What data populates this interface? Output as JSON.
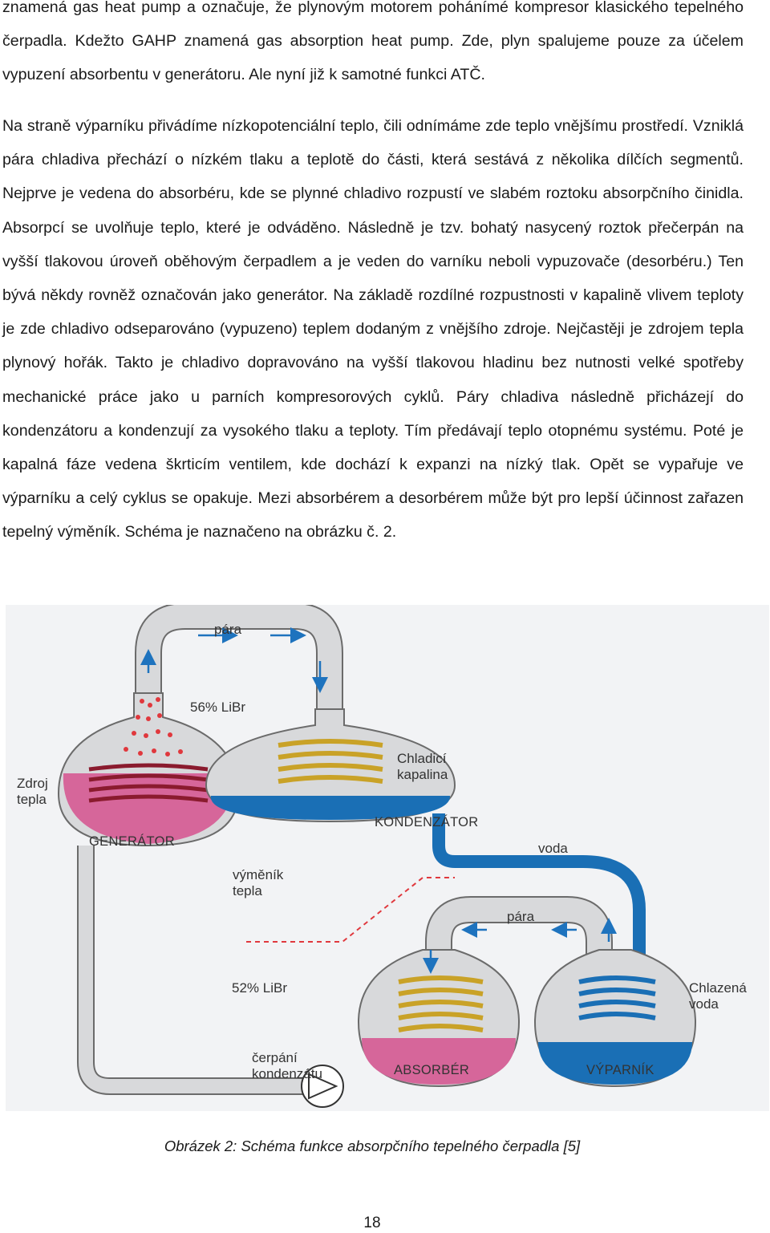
{
  "paragraphs": [
    "znamená gas heat pump a označuje, že plynovým motorem pohánímé kompresor klasického tepelného čerpadla. Kdežto GAHP znamená gas absorption heat pump. Zde, plyn spalujeme pouze za účelem vypuzení absorbentu v generátoru. Ale nyní již k samotné funkci ATČ.",
    "Na straně výparníku přivádíme nízkopotenciální teplo, čili odnímáme zde teplo vnějšímu prostředí. Vzniklá pára chladiva přechází o nízkém tlaku a teplotě do části, která sestává z několika dílčích segmentů. Nejprve je vedena do absorbéru, kde se plynné chladivo rozpustí ve slabém roztoku absorpčního činidla. Absorpcí se uvolňuje teplo, které je odváděno. Následně je tzv. bohatý nasycený roztok přečerpán na vyšší tlakovou úroveň oběhovým čerpadlem a je veden do varníku neboli vypuzovače (desorbéru.) Ten bývá někdy rovněž označován jako generátor. Na základě rozdílné rozpustnosti v kapalině vlivem teploty je zde chladivo odseparováno (vypuzeno) teplem dodaným z vnějšího zdroje. Nejčastěji je zdrojem tepla plynový hořák. Takto je chladivo dopravováno na vyšší tlakovou hladinu bez nutnosti velké spotřeby mechanické práce jako u parních kompresorových cyklů. Páry chladiva následně přicházejí do kondenzátoru a kondenzují za vysokého tlaku a teploty. Tím předávají teplo otopnému systému. Poté je kapalná fáze vedena škrticím ventilem, kde dochází k expanzi na nízký tlak. Opět se vypařuje ve výparníku a celý cyklus se opakuje. Mezi absorbérem a desorbérem může být pro lepší účinnost zařazen tepelný výměník. Schéma je naznačeno na obrázku č. 2."
  ],
  "figure": {
    "labels": {
      "para_top": "pára",
      "libr56": "56% LiBr",
      "chladici_line1": "Chladicí",
      "chladici_line2": "kapalina",
      "zdroj_line1": "Zdroj",
      "zdroj_line2": "tepla",
      "generator": "GENERÁTOR",
      "kondenzator": "KONDENZÁTOR",
      "voda": "voda",
      "vymenik_line1": "výměník",
      "vymenik_line2": "tepla",
      "para_bottom": "pára",
      "libr52": "52% LiBr",
      "chlazena_line1": "Chlazená",
      "chlazena_line2": "voda",
      "cerpadlo_line1": "čerpání",
      "cerpadlo_line2": "kondenzátu",
      "absorber": "ABSORBÉR",
      "vyparnik": "VÝPARNÍK"
    },
    "colors": {
      "vessel": "#d8d9db",
      "vessel_stroke": "#6b6b6b",
      "pink_solution": "#d6669a",
      "red_drop": "#e0383d",
      "coil_gold": "#c9a227",
      "blue_water": "#1a6fb5",
      "arrow_blue": "#1e73be"
    }
  },
  "caption": "Obrázek 2: Schéma funkce absorpčního tepelného čerpadla [5]",
  "page_number": "18"
}
